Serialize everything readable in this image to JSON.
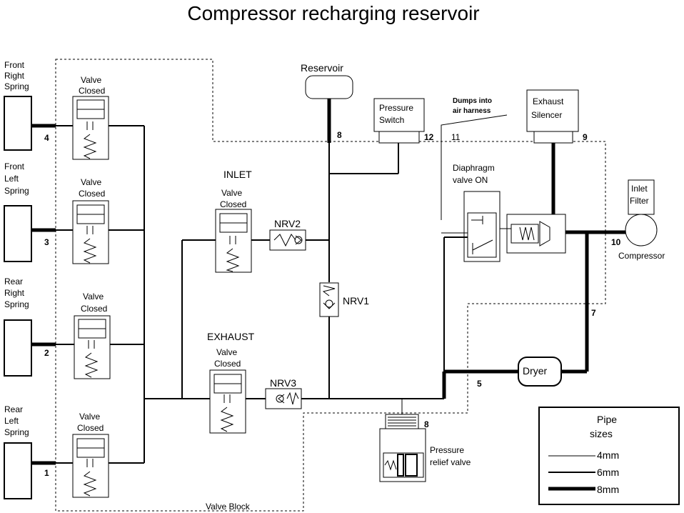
{
  "title": "Compressor recharging reservoir",
  "springs": [
    {
      "line1": "Front",
      "line2": "Right",
      "line3": "Spring",
      "port": "4"
    },
    {
      "line1": "Front",
      "line2": "Left",
      "line3": "Spring",
      "port": "3"
    },
    {
      "line1": "Rear",
      "line2": "Right",
      "line3": "Spring",
      "port": "2"
    },
    {
      "line1": "Rear",
      "line2": "Left",
      "line3": "Spring",
      "port": "1"
    }
  ],
  "valves": {
    "state_line1": "Valve",
    "state_line2": "Closed"
  },
  "inlet": {
    "title": "INLET",
    "line1": "Valve",
    "line2": "Closed"
  },
  "exhaust": {
    "title": "EXHAUST",
    "line1": "Valve",
    "line2": "Closed"
  },
  "nrv": {
    "nrv1": "NRV1",
    "nrv2": "NRV2",
    "nrv3": "NRV3"
  },
  "reservoir": {
    "label": "Reservoir",
    "port": "8"
  },
  "pressure_switch": {
    "line1": "Pressure",
    "line2": "Switch",
    "port": "12"
  },
  "dumps": {
    "line1": "Dumps into",
    "line2": "air harness",
    "port": "11"
  },
  "exhaust_silencer": {
    "line1": "Exhaust",
    "line2": "Silencer",
    "port": "9"
  },
  "diaphragm": {
    "line1": "Diaphragm",
    "line2": "valve  ON"
  },
  "inlet_filter": {
    "line1": "Inlet",
    "line2": "Filter"
  },
  "compressor": {
    "label": "Compressor",
    "port": "10"
  },
  "dryer": {
    "label": "Dryer",
    "port_left": "5",
    "port_right": "7"
  },
  "pressure_relief": {
    "line1": "Pressure",
    "line2": "relief  valve",
    "port": "8"
  },
  "valve_block": {
    "label": "Valve Block"
  },
  "legend": {
    "title1": "Pipe",
    "title2": "sizes",
    "items": [
      {
        "label": "4mm"
      },
      {
        "label": "6mm"
      },
      {
        "label": "8mm"
      }
    ]
  }
}
